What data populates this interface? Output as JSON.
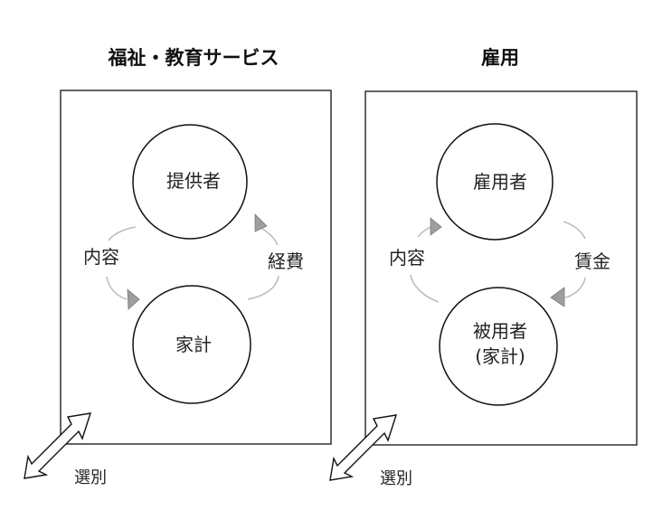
{
  "panels": [
    {
      "id": "welfare",
      "title": "福祉・教育サービス",
      "top_node": {
        "lines": [
          "提供者"
        ]
      },
      "bottom_node": {
        "lines": [
          "家計"
        ]
      },
      "left_flow_label": "内容",
      "right_flow_label": "経費",
      "selection_label": "選別"
    },
    {
      "id": "employment",
      "title": "雇用",
      "top_node": {
        "lines": [
          "雇用者"
        ]
      },
      "bottom_node": {
        "lines": [
          "被用者",
          "(家計)"
        ]
      },
      "left_flow_label": "内容",
      "right_flow_label": "賃金",
      "selection_label": "選別"
    }
  ],
  "colors": {
    "flow_arrow": "#9e9e9e",
    "flow_line": "#bdbdbd",
    "outline": "#111111"
  }
}
